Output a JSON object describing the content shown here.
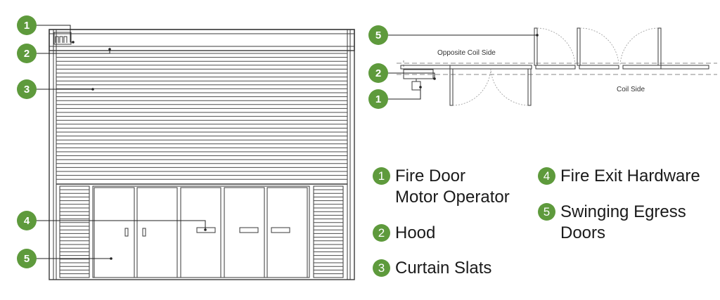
{
  "colors": {
    "badge": "#5e9a3c",
    "line": "#3a3a3a"
  },
  "elevation_callouts": [
    "1",
    "2",
    "3",
    "4",
    "5"
  ],
  "plan_callouts": [
    "5",
    "2",
    "1"
  ],
  "plan": {
    "opposite_label": "Opposite Coil Side",
    "coil_label": "Coil Side"
  },
  "legend": [
    {
      "num": "1",
      "line1": "Fire Door",
      "line2": "Motor Operator"
    },
    {
      "num": "2",
      "line1": "Hood",
      "line2": ""
    },
    {
      "num": "3",
      "line1": "Curtain Slats",
      "line2": ""
    },
    {
      "num": "4",
      "line1": "Fire Exit Hardware",
      "line2": ""
    },
    {
      "num": "5",
      "line1": "Swinging Egress",
      "line2": "Doors"
    }
  ]
}
